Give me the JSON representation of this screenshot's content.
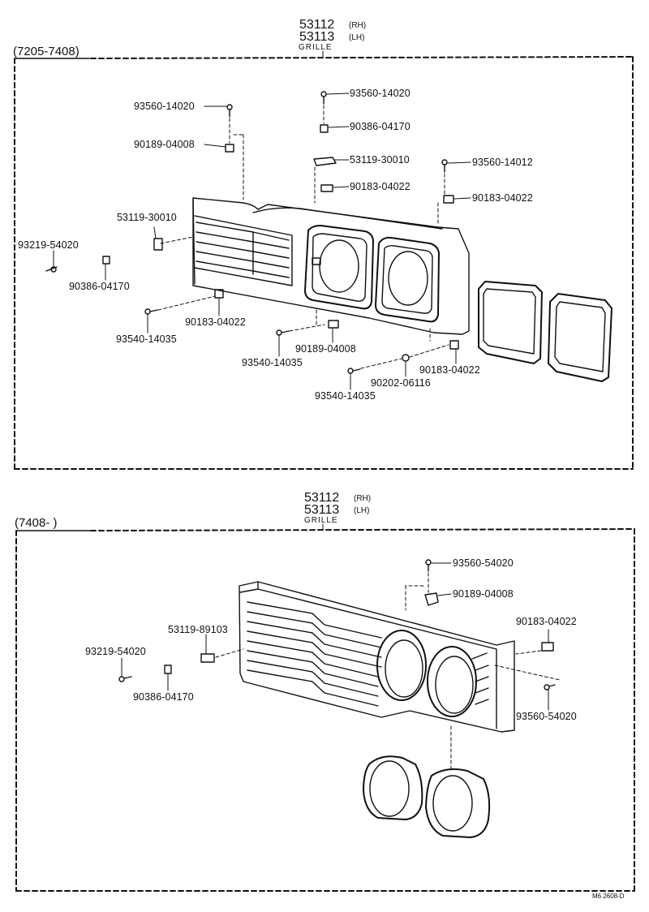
{
  "section1": {
    "range": "(7205-7408)",
    "part_rh": "53112",
    "side_rh": "(RH)",
    "part_lh": "53113",
    "side_lh": "(LH)",
    "caption": "GRILLE",
    "labels": [
      "93560-14020",
      "90189-04008",
      "93560-14020",
      "90386-04170",
      "53119-30010",
      "93560-14012",
      "90183-04022",
      "90183-04022",
      "53119-30010",
      "93219-54020",
      "90386-04170",
      "90183-04022",
      "93540-14035",
      "90189-04008",
      "93540-14035",
      "90183-04022",
      "90202-06116",
      "93540-14035"
    ]
  },
  "section2": {
    "range": "(7408-        )",
    "part_rh": "53112",
    "side_rh": "(RH)",
    "part_lh": "53113",
    "side_lh": "(LH)",
    "caption": "GRILLE",
    "labels": [
      "93560-54020",
      "90189-04008",
      "90183-04022",
      "53119-89103",
      "93219-54020",
      "90386-04170",
      "93560-54020"
    ]
  },
  "footer": {
    "code": "M6 2608-D"
  }
}
